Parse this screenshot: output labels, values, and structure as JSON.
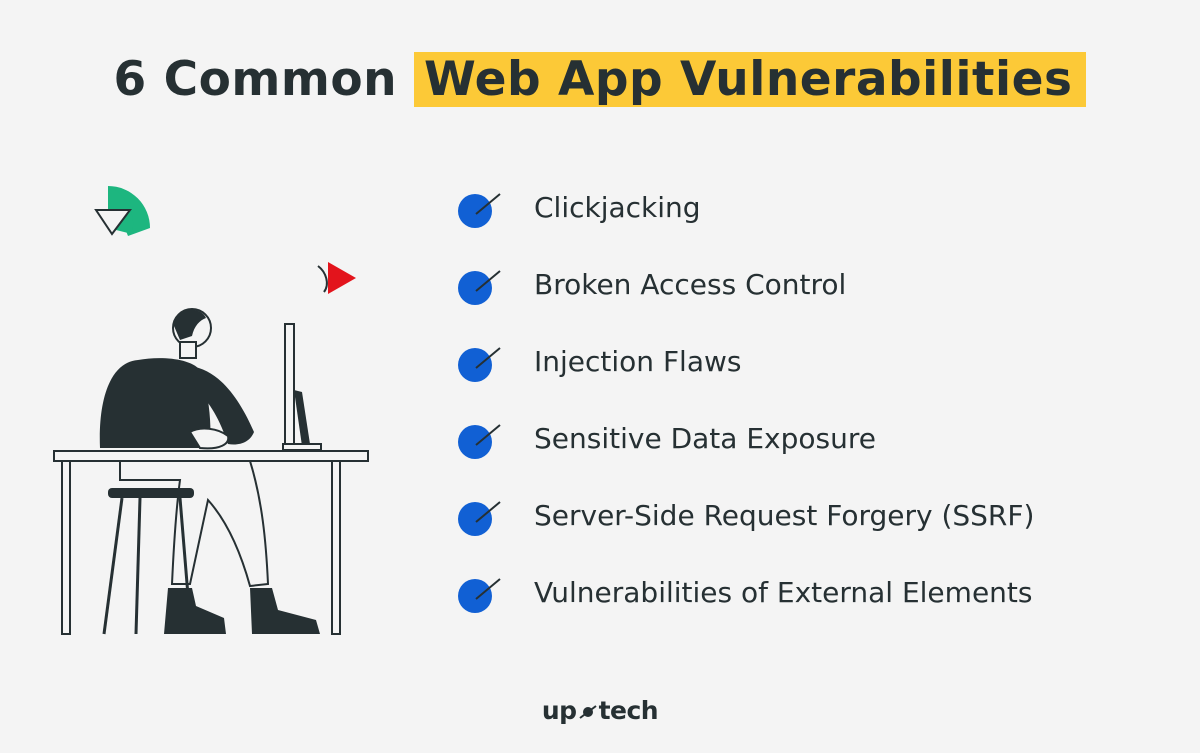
{
  "header": {
    "title_prefix": "6 Common ",
    "title_highlight": "Web App Vulnerabilities"
  },
  "list": {
    "items": [
      {
        "label": "Clickjacking"
      },
      {
        "label": "Broken Access Control"
      },
      {
        "label": "Injection Flaws"
      },
      {
        "label": "Sensitive Data Exposure"
      },
      {
        "label": "Server-Side Request Forgery (SSRF)"
      },
      {
        "label": "Vulnerabilities of External Elements"
      }
    ]
  },
  "footer": {
    "logo_left": "up",
    "logo_right": "tech"
  },
  "colors": {
    "highlight": "#fcc937",
    "bullet": "#1160d4",
    "accent_green": "#1db67f",
    "accent_red": "#e3141c",
    "text": "#263033"
  },
  "icons": [
    "check-bullet-icon",
    "person-at-computer-illustration",
    "green-shape-icon",
    "red-arrow-icon"
  ]
}
